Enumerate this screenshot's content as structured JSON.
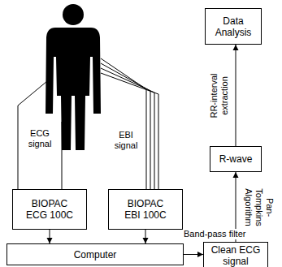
{
  "diagram": {
    "nodes": [
      {
        "text": [
          "BIOPAC ECG 100C"
        ]
      },
      {
        "text": [
          "BIOPAC EBI 100C"
        ]
      },
      {
        "text": [
          "Computer"
        ]
      },
      {
        "text": [
          "Clean ECG signal"
        ]
      },
      {
        "text": [
          "R-wave"
        ]
      },
      {
        "text": [
          "Data Analysis"
        ]
      }
    ],
    "edges": [
      {
        "from": 0,
        "to": 2,
        "arrow": "to"
      },
      {
        "from": 1,
        "to": 2,
        "arrow": "to"
      },
      {
        "from": 2,
        "to": 3,
        "label": "Band-pass filter",
        "arrow": "to"
      },
      {
        "from": 3,
        "to": 4,
        "label": "Pan-Tompkins Algorithm",
        "arrow": "to"
      },
      {
        "from": 4,
        "to": 5,
        "label": "RR-interval extraction",
        "arrow": "to"
      }
    ],
    "labels": [
      "ECG signal",
      "EBI signal"
    ]
  }
}
